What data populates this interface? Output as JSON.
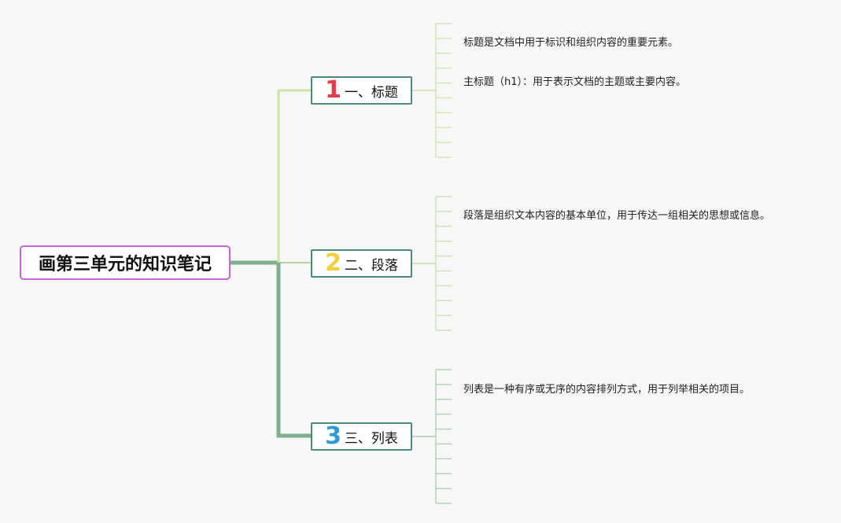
{
  "root": {
    "label": "画第三单元的知识笔记",
    "border_color": "#c766d6"
  },
  "topics": [
    {
      "number": "1",
      "number_color": "#e23b4a",
      "label": "一、标题",
      "branch_color": "#cfe3a8",
      "notes": [
        "标题是文档中用于标识和组织内容的重要元素。",
        "主标题（h1）：用于表示文档的主题或主要内容。"
      ]
    },
    {
      "number": "2",
      "number_color": "#f2cf3c",
      "label": "二、段落",
      "branch_color": "#b6d6a0",
      "notes": [
        "段落是组织文本内容的基本单位，用于传达一组相关的思想或信息。"
      ]
    },
    {
      "number": "3",
      "number_color": "#2f9ad8",
      "label": "三、列表",
      "branch_color": "#7fb08e",
      "notes": [
        "列表是一种有序或无序的内容排列方式，用于列举相关的项目。"
      ]
    }
  ]
}
